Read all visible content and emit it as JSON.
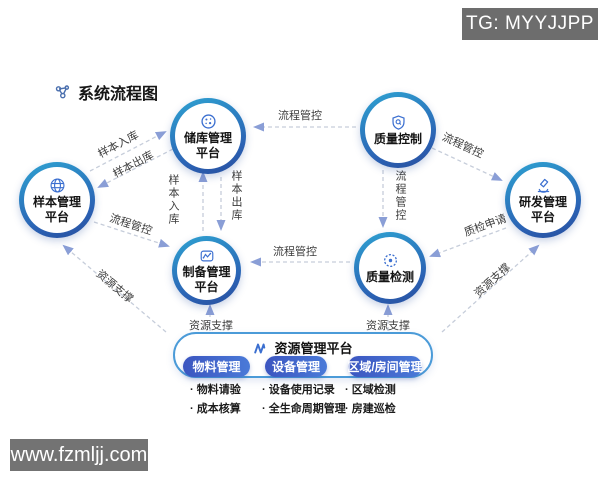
{
  "page": {
    "title": "系统流程图",
    "tg_badge": "TG: MYYJJPP",
    "watermark": "www.fzmljj.com"
  },
  "nodes": {
    "sample": {
      "line1": "样本管理",
      "line2": "平台",
      "icon": "globe-icon"
    },
    "storage": {
      "line1": "储库管理",
      "line2": "平台",
      "icon": "petri-dish-icon"
    },
    "quality_control": {
      "line1": "质量控制",
      "line2": "",
      "icon": "shield-icon"
    },
    "rd": {
      "line1": "研发管理",
      "line2": "平台",
      "icon": "microscope-icon"
    },
    "prep": {
      "line1": "制备管理",
      "line2": "平台",
      "icon": "waveform-icon"
    },
    "quality_inspection": {
      "line1": "质量检测",
      "line2": "",
      "icon": "target-icon"
    }
  },
  "edges": {
    "qc_to_storage": {
      "label": "流程管控"
    },
    "sample_to_storage": {
      "label": "样本入库"
    },
    "storage_to_sample": {
      "label": "样本出库"
    },
    "prep_to_storage": {
      "label": "样本入库"
    },
    "storage_to_prep": {
      "label": "样本出库"
    },
    "qc_to_qi": {
      "label": "流程管控"
    },
    "qi_to_prep": {
      "label": "流程管控"
    },
    "sample_to_prep": {
      "label": "流程管控"
    },
    "qc_to_rd": {
      "label": "流程管控"
    },
    "rd_to_qi": {
      "label": "质检申请"
    },
    "resource_to_prep": {
      "label": "资源支撑"
    },
    "resource_to_qi": {
      "label": "资源支撑"
    },
    "resource_to_sample": {
      "label": "资源支撑"
    },
    "resource_to_rd": {
      "label": "资源支撑"
    }
  },
  "resource_platform": {
    "title": "资源管理平台",
    "logo_icon": "wave-logo-icon",
    "groups": [
      {
        "label": "物料管理",
        "items": [
          "物料请验",
          "成本核算"
        ]
      },
      {
        "label": "设备管理",
        "items": [
          "设备使用记录",
          "全生命周期管理"
        ]
      },
      {
        "label": "区域/房间管理",
        "items": [
          "区域检测",
          "房建巡检"
        ]
      }
    ]
  },
  "colors": {
    "ring_gradient_start": "#2ea3d2",
    "ring_gradient_end": "#284f9e",
    "pill_blue": "#3b55c0",
    "resource_border": "#4b9bd8",
    "arrow_head": "#8a9ed6",
    "dash_line": "#c6cdda",
    "badge_gray": "#6d6d6d",
    "icon_blue": "#3b6fd0"
  }
}
